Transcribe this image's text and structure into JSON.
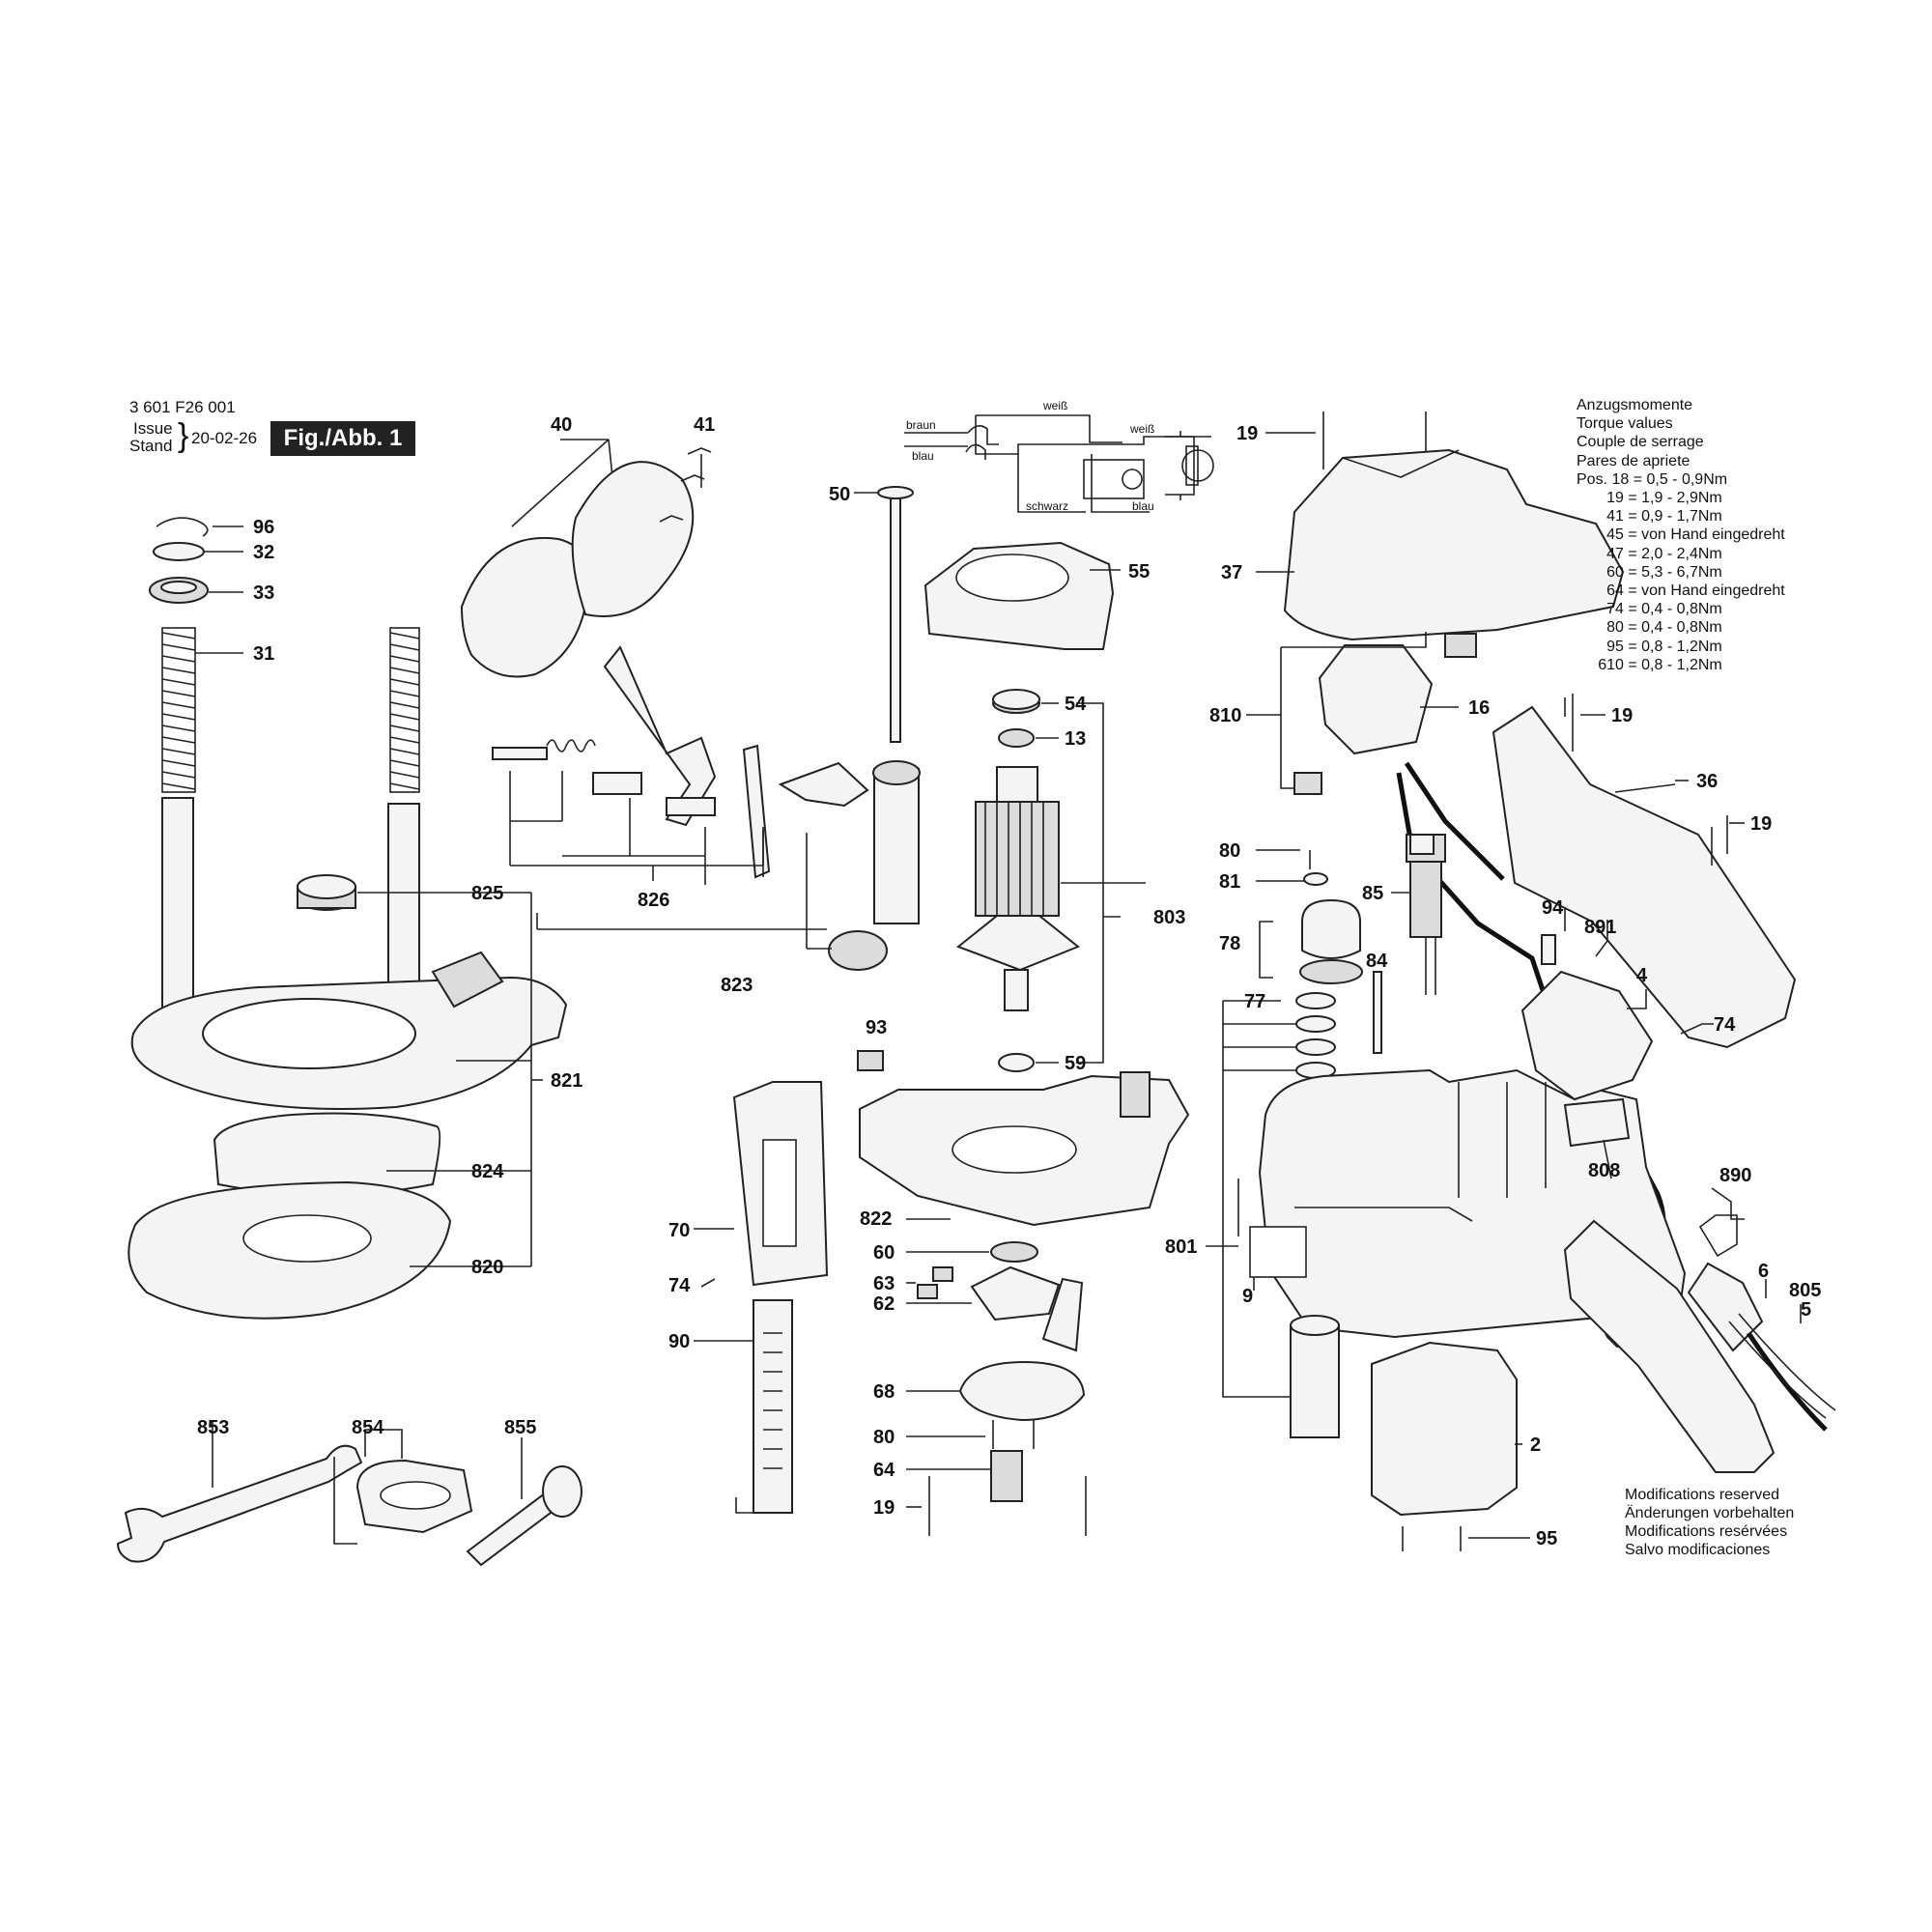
{
  "header": {
    "doc_number": "3 601 F26 001",
    "issue_label": "Issue",
    "stand_label": "Stand",
    "date": "20-02-26",
    "figure_label": "Fig./Abb. 1"
  },
  "torque": {
    "title_lines": [
      "Anzugsmomente",
      "Torque values",
      "Couple de serrage",
      "Pares de apriete"
    ],
    "entries": [
      "Pos. 18 = 0,5 - 0,9Nm",
      "       19 = 1,9 - 2,9Nm",
      "       41 = 0,9 - 1,7Nm",
      "       45 = von Hand eingedreht",
      "       47 = 2,0 - 2,4Nm",
      "       60 = 5,3 - 6,7Nm",
      "       64 = von Hand eingedreht",
      "       74 = 0,4 - 0,8Nm",
      "       80 = 0,4 - 0,8Nm",
      "       95 = 0,8 - 1,2Nm",
      "     610 = 0,8 - 1,2Nm"
    ]
  },
  "modifications": [
    "Modifications reserved",
    "Änderungen vorbehalten",
    "Modifications resérvées",
    "Salvo modificaciones"
  ],
  "wiring": {
    "braun": "braun",
    "blau_left": "blau",
    "weiss_top": "weiß",
    "weiss_right": "weiß",
    "schwarz": "schwarz",
    "blau_bottom": "blau"
  },
  "labels": {
    "l96": "96",
    "l32": "32",
    "l33": "33",
    "l31": "31",
    "l825": "825",
    "l821": "821",
    "l824": "824",
    "l820": "820",
    "l40": "40",
    "l41": "41",
    "l826": "826",
    "l823": "823",
    "l50": "50",
    "l55": "55",
    "l54": "54",
    "l13": "13",
    "l803": "803",
    "l59": "59",
    "l93": "93",
    "l822": "822",
    "l60": "60",
    "l63": "63",
    "l62": "62",
    "l70": "70",
    "l74a": "74",
    "l90": "90",
    "l68": "68",
    "l80b": "80",
    "l64": "64",
    "l19c": "19",
    "l19a": "19",
    "l37": "37",
    "l810": "810",
    "l16": "16",
    "l19b": "19",
    "l36": "36",
    "l19d": "19",
    "l80a": "80",
    "l81": "81",
    "l78": "78",
    "l85": "85",
    "l84": "84",
    "l94": "94",
    "l891": "891",
    "l4": "4",
    "l74b": "74",
    "l77": "77",
    "l801": "801",
    "l808": "808",
    "l890": "890",
    "l9": "9",
    "l6": "6",
    "l805": "805",
    "l5": "5",
    "l2": "2",
    "l95": "95",
    "l853": "853",
    "l854": "854",
    "l855": "855"
  }
}
